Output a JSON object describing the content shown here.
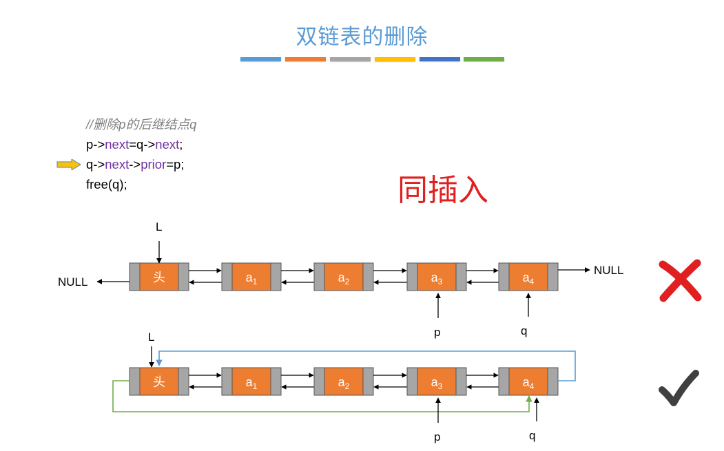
{
  "title": "双链表的删除",
  "color_bars": [
    "#5b9bd5",
    "#ed7d31",
    "#a5a5a5",
    "#ffc000",
    "#4472c4",
    "#70ad47"
  ],
  "code": {
    "comment": "//删除p的后继结点q",
    "line1": [
      "p->",
      "next",
      "=q->",
      "next",
      ";"
    ],
    "line2": [
      "q->",
      "next",
      "->",
      "prior",
      "=p;"
    ],
    "line3": "free(q);"
  },
  "big_label": "同插入",
  "diagram": {
    "nodes": [
      "头",
      "a",
      "a",
      "a",
      "a"
    ],
    "subscripts": [
      "",
      "1",
      "2",
      "3",
      "4"
    ],
    "top": {
      "head_pointer": "L",
      "left_null": "NULL",
      "right_null": "NULL",
      "p": "p",
      "q": "q"
    },
    "bottom": {
      "head_pointer": "L",
      "p": "p",
      "q": "q"
    }
  },
  "marks": {
    "wrong": "wrong-cross-icon",
    "right": "check-mark-icon"
  },
  "colors": {
    "node_fill": "#ed7d31",
    "pointer_field": "#a6a6a6",
    "blue_link": "#5b9bd5",
    "green_link": "#70ad47",
    "cross": "#e02020",
    "check": "#404040"
  }
}
